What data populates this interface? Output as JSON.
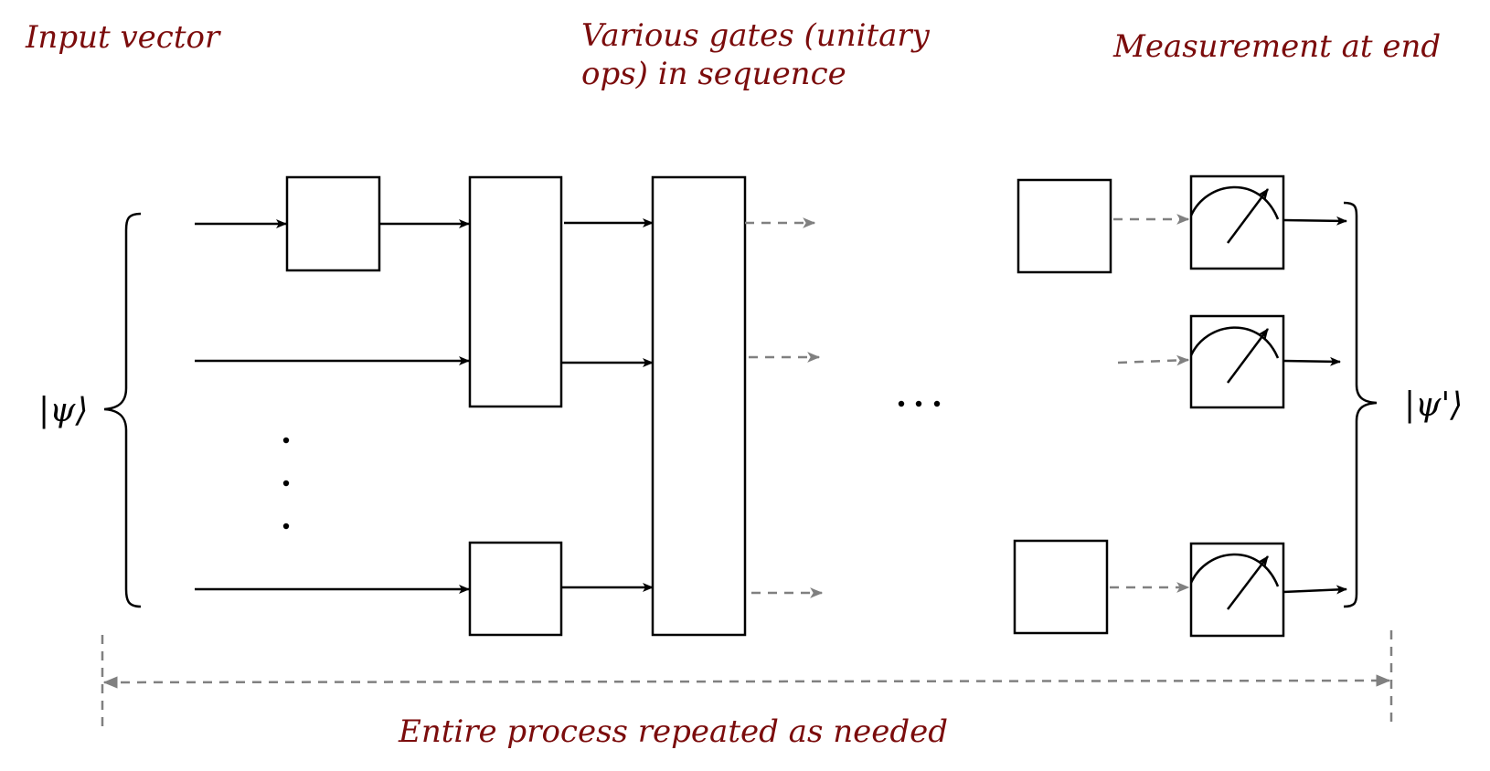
{
  "diagram": {
    "title": "Quantum circuit process overview",
    "accent_color": "#7b0c0c",
    "wire_color": "#000000",
    "dashed_color": "#808080",
    "annotations": {
      "input": "Input vector",
      "gates_line1": "Various gates (unitary",
      "gates_line2": "ops) in sequence",
      "measurement": "Measurement at end",
      "repeat": "Entire process repeated as needed"
    },
    "input_state": "|ψ⟩",
    "output_state": "|ψ'⟩",
    "ellipsis_vertical": "⋮",
    "ellipsis_horizontal": "…",
    "qubit_rows": [
      "top",
      "second",
      "bottom"
    ],
    "gate_columns": [
      {
        "name": "single-qubit gate",
        "rows": [
          "top"
        ]
      },
      {
        "name": "two-qubit gate",
        "rows": [
          "top",
          "second"
        ]
      },
      {
        "name": "single-qubit gate",
        "rows": [
          "bottom"
        ]
      },
      {
        "name": "multi-qubit gate",
        "rows": [
          "top",
          "second",
          "bottom"
        ]
      },
      {
        "name": "final gates",
        "rows": [
          "top",
          "bottom"
        ]
      }
    ],
    "measurements": [
      {
        "row": "top",
        "icon": "meter-icon"
      },
      {
        "row": "second",
        "icon": "meter-icon"
      },
      {
        "row": "bottom",
        "icon": "meter-icon"
      }
    ]
  }
}
